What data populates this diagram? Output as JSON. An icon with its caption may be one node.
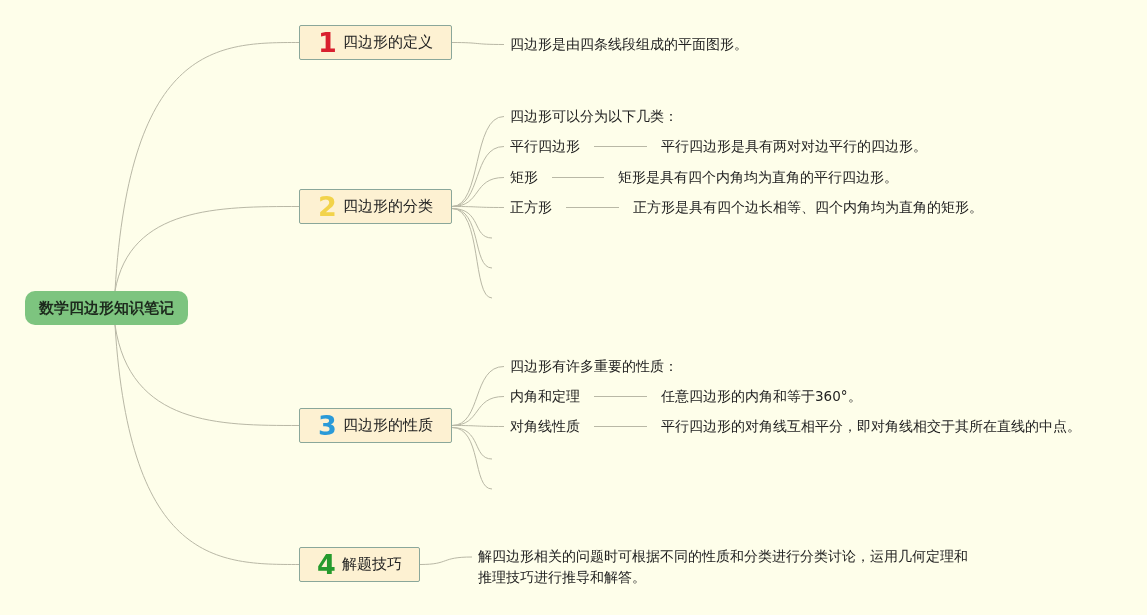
{
  "diagram": {
    "nodes": [
      {
        "text": [
          "数学四边形知识笔记"
        ]
      },
      {
        "text": [
          "1",
          "四边形的定义"
        ]
      },
      {
        "text": [
          "四边形是由四条线段组成的平面图形。"
        ]
      },
      {
        "text": [
          "2",
          "四边形的分类"
        ]
      },
      {
        "text": [
          "四边形可以分为以下几类："
        ]
      },
      {
        "text": [
          "平行四边形"
        ]
      },
      {
        "text": [
          "平行四边形是具有两对对边平行的四边形。"
        ]
      },
      {
        "text": [
          "矩形"
        ]
      },
      {
        "text": [
          "矩形是具有四个内角均为直角的平行四边形。"
        ]
      },
      {
        "text": [
          "正方形"
        ]
      },
      {
        "text": [
          "正方形是具有四个边长相等、四个内角均为直角的矩形。"
        ]
      },
      {
        "text": [
          "3",
          "四边形的性质"
        ]
      },
      {
        "text": [
          "四边形有许多重要的性质："
        ]
      },
      {
        "text": [
          "内角和定理"
        ]
      },
      {
        "text": [
          "任意四边形的内角和等于360°。"
        ]
      },
      {
        "text": [
          "对角线性质"
        ]
      },
      {
        "text": [
          "平行四边形的对角线互相平分，即对角线相交于其所在直线的中点。"
        ]
      },
      {
        "text": [
          "4",
          "解题技巧"
        ]
      },
      {
        "text": [
          "解四边形相关的问题时可根据不同的性质和分类进行分类讨论，运用几何定理和推理技巧进行推导和解答。"
        ]
      }
    ],
    "edges": [
      {
        "from": 0,
        "to": 1,
        "arrow": "none"
      },
      {
        "from": 0,
        "to": 3,
        "arrow": "none"
      },
      {
        "from": 0,
        "to": 11,
        "arrow": "none"
      },
      {
        "from": 0,
        "to": 17,
        "arrow": "none"
      },
      {
        "from": 1,
        "to": 2,
        "arrow": "none"
      },
      {
        "from": 3,
        "to": 4,
        "arrow": "none"
      },
      {
        "from": 3,
        "to": 5,
        "arrow": "none"
      },
      {
        "from": 3,
        "to": 7,
        "arrow": "none"
      },
      {
        "from": 3,
        "to": 9,
        "arrow": "none"
      },
      {
        "from": 3,
        "to": null,
        "arrow": "none"
      },
      {
        "from": 3,
        "to": null,
        "arrow": "none"
      },
      {
        "from": 3,
        "to": null,
        "arrow": "none"
      },
      {
        "from": 5,
        "to": 6,
        "arrow": "none"
      },
      {
        "from": 7,
        "to": 8,
        "arrow": "none"
      },
      {
        "from": 9,
        "to": 10,
        "arrow": "none"
      },
      {
        "from": 11,
        "to": 12,
        "arrow": "none"
      },
      {
        "from": 11,
        "to": 13,
        "arrow": "none"
      },
      {
        "from": 11,
        "to": 15,
        "arrow": "none"
      },
      {
        "from": 11,
        "to": null,
        "arrow": "none"
      },
      {
        "from": 11,
        "to": null,
        "arrow": "none"
      },
      {
        "from": 13,
        "to": 14,
        "arrow": "none"
      },
      {
        "from": 15,
        "to": 16,
        "arrow": "none"
      },
      {
        "from": 17,
        "to": 18,
        "arrow": "none"
      }
    ]
  }
}
